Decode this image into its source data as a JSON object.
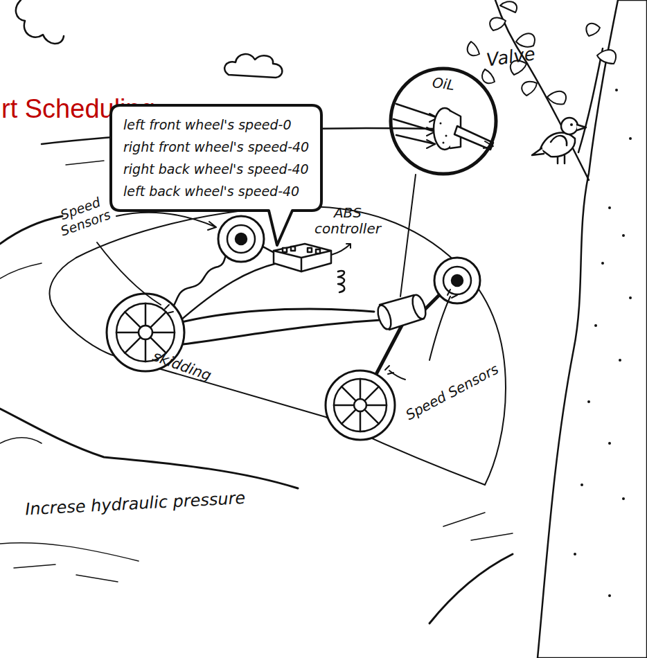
{
  "diagram": {
    "title": "rt Scheduling",
    "nodes": [
      {
        "text": [
          "left front wheel's speed-0",
          "right front wheel's speed-40",
          "right back wheel's speed-40",
          "left back wheel's speed-40"
        ]
      },
      {
        "text": [
          "Valve",
          "OiL"
        ]
      }
    ],
    "labels": [
      "Speed Sensors",
      "ABS controller",
      "skidding",
      "Speed Sensors",
      "Increse hydraulic pressure"
    ]
  }
}
